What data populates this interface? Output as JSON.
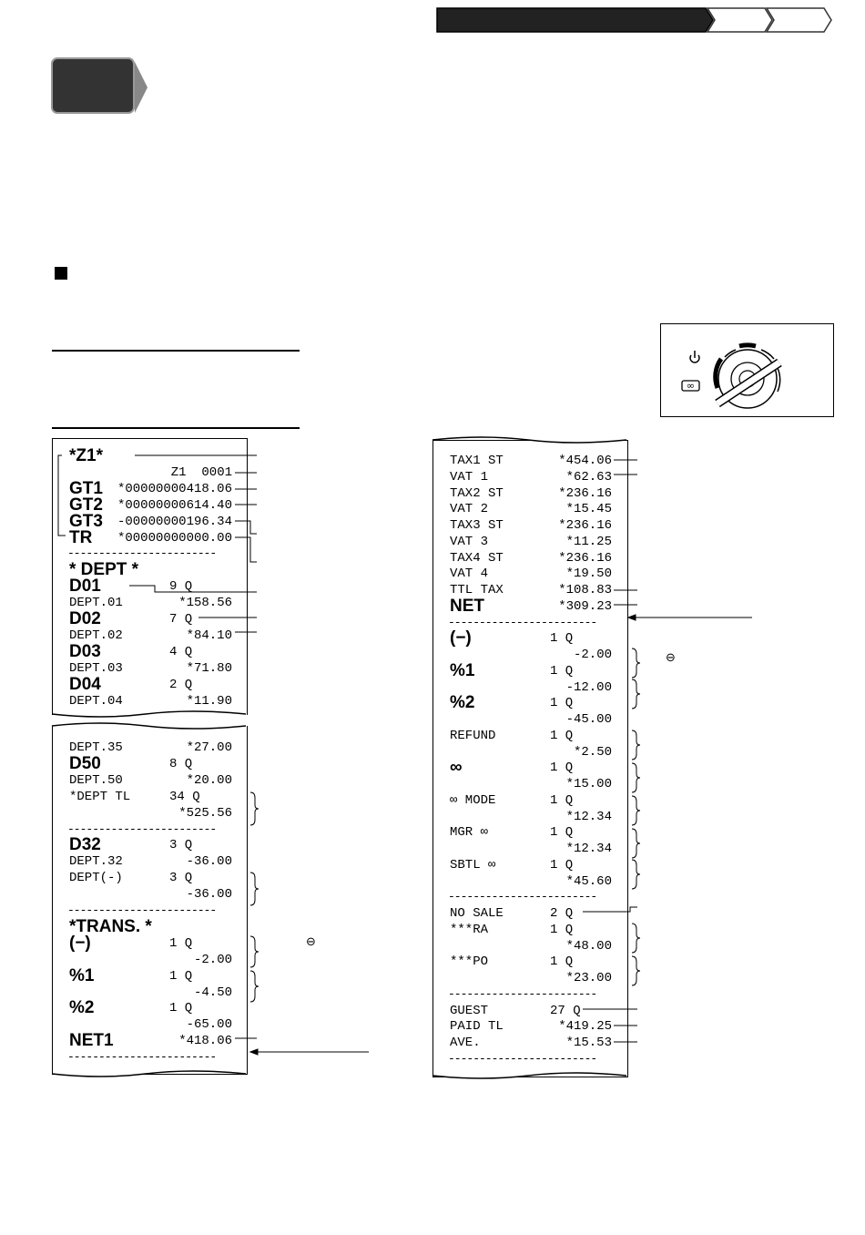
{
  "header_tabs": [
    "",
    "",
    ""
  ],
  "receipt_left_top": [
    {
      "label": "*Z1*",
      "big": true,
      "qty": "",
      "amount": ""
    },
    {
      "label": "",
      "big": false,
      "qty": "",
      "amount": "Z1  0001"
    },
    {
      "label": "GT1",
      "big": true,
      "qty": "",
      "amount": "*00000000418.06"
    },
    {
      "label": "GT2",
      "big": true,
      "qty": "",
      "amount": "*00000000614.40"
    },
    {
      "label": "GT3",
      "big": true,
      "qty": "",
      "amount": "-00000000196.34"
    },
    {
      "label": "TR",
      "big": true,
      "qty": "",
      "amount": "*00000000000.00"
    },
    {
      "dash": "------------------------"
    },
    {
      "label": "* DEPT *",
      "big": true,
      "qty": "",
      "amount": ""
    },
    {
      "label": "D01",
      "big": true,
      "qty": "9 Q",
      "amount": ""
    },
    {
      "label": "DEPT.01",
      "big": false,
      "qty": "",
      "amount": "*158.56"
    },
    {
      "label": "D02",
      "big": true,
      "qty": "7 Q",
      "amount": ""
    },
    {
      "label": "DEPT.02",
      "big": false,
      "qty": "",
      "amount": "*84.10"
    },
    {
      "label": "D03",
      "big": true,
      "qty": "4 Q",
      "amount": ""
    },
    {
      "label": "DEPT.03",
      "big": false,
      "qty": "",
      "amount": "*71.80"
    },
    {
      "label": "D04",
      "big": true,
      "qty": "2 Q",
      "amount": ""
    },
    {
      "label": "DEPT.04",
      "big": false,
      "qty": "",
      "amount": "*11.90"
    }
  ],
  "receipt_left_bottom": [
    {
      "label": "DEPT.35",
      "big": false,
      "qty": "",
      "amount": "*27.00"
    },
    {
      "label": "D50",
      "big": true,
      "qty": "8 Q",
      "amount": ""
    },
    {
      "label": "DEPT.50",
      "big": false,
      "qty": "",
      "amount": "*20.00"
    },
    {
      "label": "*DEPT TL",
      "big": false,
      "qty": "34 Q",
      "amount": ""
    },
    {
      "label": "",
      "big": false,
      "qty": "",
      "amount": "*525.56"
    },
    {
      "dash": "------------------------"
    },
    {
      "label": "D32",
      "big": true,
      "qty": "3 Q",
      "amount": ""
    },
    {
      "label": "DEPT.32",
      "big": false,
      "qty": "",
      "amount": "-36.00"
    },
    {
      "label": "DEPT(-)",
      "big": false,
      "qty": "3 Q",
      "amount": ""
    },
    {
      "label": "",
      "big": false,
      "qty": "",
      "amount": "-36.00"
    },
    {
      "dash": "------------------------"
    },
    {
      "label": "*TRANS. *",
      "big": true,
      "qty": "",
      "amount": ""
    },
    {
      "label": "(−)",
      "big": true,
      "qty": "1 Q",
      "amount": ""
    },
    {
      "label": "",
      "big": false,
      "qty": "",
      "amount": "-2.00"
    },
    {
      "label": "%1",
      "big": true,
      "qty": "1 Q",
      "amount": ""
    },
    {
      "label": "",
      "big": false,
      "qty": "",
      "amount": "-4.50"
    },
    {
      "label": "%2",
      "big": true,
      "qty": "1 Q",
      "amount": ""
    },
    {
      "label": "",
      "big": false,
      "qty": "",
      "amount": "-65.00"
    },
    {
      "label": "NET1",
      "big": true,
      "qty": "",
      "amount": "*418.06"
    },
    {
      "dash": "------------------------"
    }
  ],
  "receipt_right": [
    {
      "label": "TAX1 ST",
      "big": false,
      "qty": "",
      "amount": "*454.06"
    },
    {
      "label": "VAT 1",
      "big": false,
      "qty": "",
      "amount": "*62.63"
    },
    {
      "label": "TAX2 ST",
      "big": false,
      "qty": "",
      "amount": "*236.16"
    },
    {
      "label": "VAT 2",
      "big": false,
      "qty": "",
      "amount": "*15.45"
    },
    {
      "label": "TAX3 ST",
      "big": false,
      "qty": "",
      "amount": "*236.16"
    },
    {
      "label": "VAT 3",
      "big": false,
      "qty": "",
      "amount": "*11.25"
    },
    {
      "label": "TAX4 ST",
      "big": false,
      "qty": "",
      "amount": "*236.16"
    },
    {
      "label": "VAT 4",
      "big": false,
      "qty": "",
      "amount": "*19.50"
    },
    {
      "label": "TTL TAX",
      "big": false,
      "qty": "",
      "amount": "*108.83"
    },
    {
      "label": "NET",
      "big": true,
      "qty": "",
      "amount": "*309.23"
    },
    {
      "dash": "------------------------"
    },
    {
      "label": "(−)",
      "big": true,
      "qty": "1 Q",
      "amount": ""
    },
    {
      "label": "",
      "big": false,
      "qty": "",
      "amount": "-2.00"
    },
    {
      "label": "%1",
      "big": true,
      "qty": "1 Q",
      "amount": ""
    },
    {
      "label": "",
      "big": false,
      "qty": "",
      "amount": "-12.00"
    },
    {
      "label": "%2",
      "big": true,
      "qty": "1 Q",
      "amount": ""
    },
    {
      "label": "",
      "big": false,
      "qty": "",
      "amount": "-45.00"
    },
    {
      "label": "REFUND",
      "big": false,
      "qty": "1 Q",
      "amount": ""
    },
    {
      "label": "",
      "big": false,
      "qty": "",
      "amount": "*2.50"
    },
    {
      "label": "∞",
      "big": true,
      "qty": "1 Q",
      "amount": ""
    },
    {
      "label": "",
      "big": false,
      "qty": "",
      "amount": "*15.00"
    },
    {
      "label": "∞ MODE",
      "big": false,
      "qty": "1 Q",
      "amount": ""
    },
    {
      "label": "",
      "big": false,
      "qty": "",
      "amount": "*12.34"
    },
    {
      "label": "MGR ∞",
      "big": false,
      "qty": "1 Q",
      "amount": ""
    },
    {
      "label": "",
      "big": false,
      "qty": "",
      "amount": "*12.34"
    },
    {
      "label": "SBTL ∞",
      "big": false,
      "qty": "1 Q",
      "amount": ""
    },
    {
      "label": "",
      "big": false,
      "qty": "",
      "amount": "*45.60"
    },
    {
      "dash": "------------------------"
    },
    {
      "label": "NO SALE",
      "big": false,
      "qty": "2 Q",
      "amount": ""
    },
    {
      "label": "***RA",
      "big": false,
      "qty": "1 Q",
      "amount": ""
    },
    {
      "label": "",
      "big": false,
      "qty": "",
      "amount": "*48.00"
    },
    {
      "label": "***PO",
      "big": false,
      "qty": "1 Q",
      "amount": ""
    },
    {
      "label": "",
      "big": false,
      "qty": "",
      "amount": "*23.00"
    },
    {
      "dash": "------------------------"
    },
    {
      "label": "GUEST",
      "big": false,
      "qty": "27 Q",
      "amount": ""
    },
    {
      "label": "PAID TL",
      "big": false,
      "qty": "",
      "amount": "*419.25"
    },
    {
      "label": "AVE.",
      "big": false,
      "qty": "",
      "amount": "*15.53"
    },
    {
      "dash": "------------------------"
    }
  ],
  "annotations": {
    "minus_symbol": "⊖"
  },
  "mode_switch": {
    "power_icon": "power-icon",
    "service_icon": "infinity-icon"
  }
}
